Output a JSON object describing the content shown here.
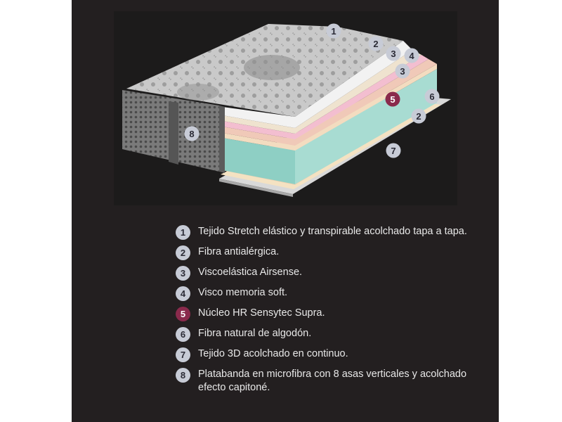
{
  "colors": {
    "panel_bg": "#231f20",
    "badge_bg": "#c7cbd6",
    "badge_accent": "#8a2a4c",
    "text": "#e8e8e8"
  },
  "diagram_badges": [
    "1",
    "2",
    "3",
    "4",
    "3",
    "5",
    "6",
    "2",
    "7",
    "8"
  ],
  "legend": [
    {
      "num": "1",
      "text": "Tejido Stretch elástico y transpirable acolchado tapa a tapa."
    },
    {
      "num": "2",
      "text": "Fibra antialérgica."
    },
    {
      "num": "3",
      "text": "Viscoelástica Airsense."
    },
    {
      "num": "4",
      "text": "Visco memoria soft."
    },
    {
      "num": "5",
      "text": "Núcleo HR Sensytec Supra."
    },
    {
      "num": "6",
      "text": "Fibra natural de algodón."
    },
    {
      "num": "7",
      "text": "Tejido 3D acolchado en continuo."
    },
    {
      "num": "8",
      "text": "Platabanda en microfibra con 8 asas verticales y acolchado efecto capitoné."
    }
  ]
}
